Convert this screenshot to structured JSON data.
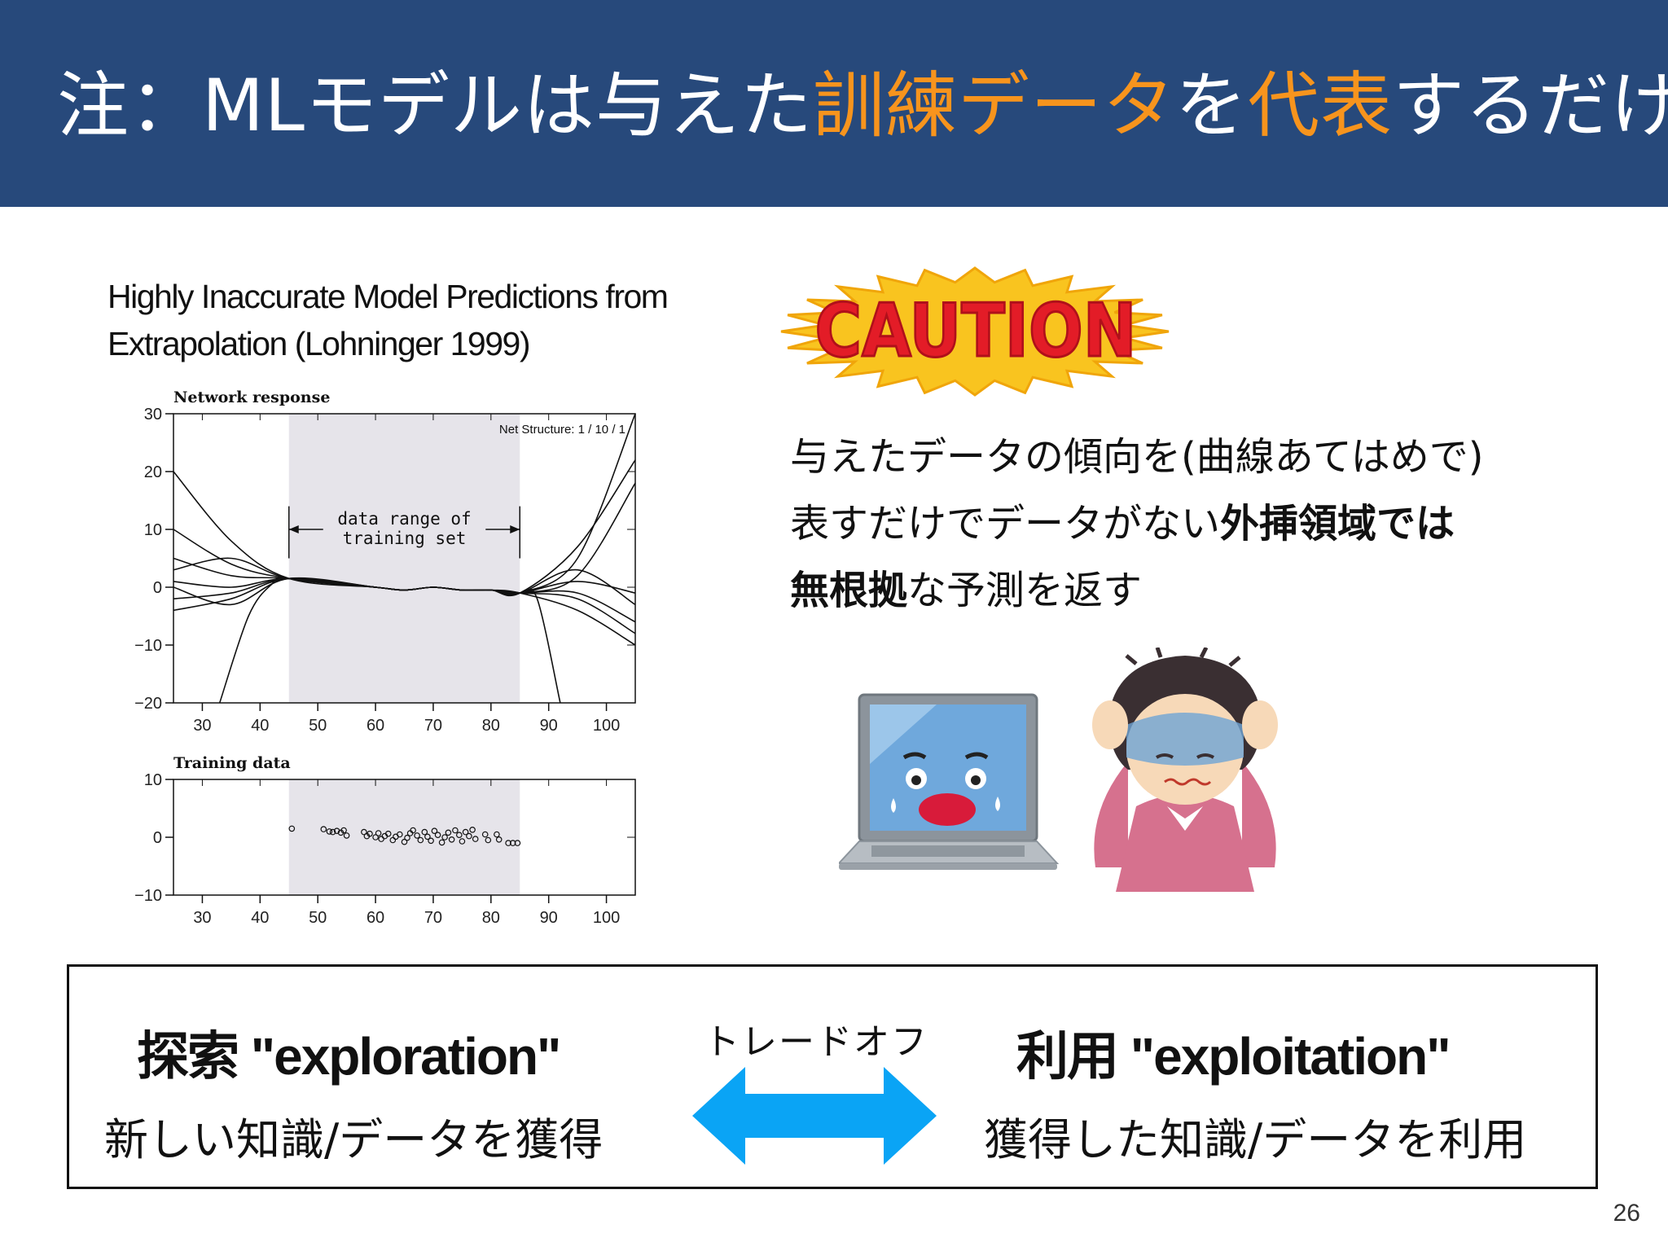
{
  "header": {
    "title_part1": "注：MLモデルは与えた",
    "title_highlight1": "訓練データ",
    "title_part2": "を",
    "title_highlight2": "代表",
    "title_part3": "するだけ",
    "background_color": "#27497b",
    "highlight_color": "#f7941d"
  },
  "figure": {
    "caption_line1": "Highly Inaccurate Model Predictions from",
    "caption_line2": "Extrapolation (Lohninger 1999)",
    "annotation": "data range of training set",
    "annotation_line1": "data range of",
    "annotation_line2": "training set"
  },
  "chart_data": [
    {
      "type": "line",
      "title": "Network response",
      "subtitle": "Net Structure: 1 / 10 / 1",
      "xlim": [
        25,
        105
      ],
      "ylim": [
        -20,
        30
      ],
      "x_ticks": [
        30,
        40,
        50,
        60,
        70,
        80,
        90,
        100
      ],
      "y_ticks": [
        30,
        20,
        10,
        0,
        -10,
        -20
      ],
      "y_tick_labels": [
        "30",
        "20",
        "10",
        "0",
        "−10",
        "−20"
      ],
      "shaded_range": [
        45,
        85
      ],
      "grid": false,
      "series": [
        {
          "x": [
            25,
            35,
            45,
            60,
            65,
            70,
            75,
            80,
            85,
            95,
            105
          ],
          "y": [
            10,
            4,
            1.5,
            0,
            -0.5,
            0,
            -0.5,
            -0.5,
            -1,
            5,
            30
          ]
        },
        {
          "x": [
            25,
            35,
            45,
            60,
            65,
            70,
            75,
            80,
            85,
            95,
            105
          ],
          "y": [
            5,
            2,
            1.5,
            0,
            -0.5,
            0,
            -0.5,
            -0.5,
            -1,
            2,
            18
          ]
        },
        {
          "x": [
            25,
            35,
            45,
            60,
            65,
            70,
            75,
            80,
            85,
            95,
            105
          ],
          "y": [
            3,
            5,
            1.5,
            0,
            -0.5,
            0,
            -0.5,
            -0.5,
            -1,
            -1,
            -6
          ]
        },
        {
          "x": [
            25,
            35,
            45,
            60,
            65,
            70,
            75,
            80,
            85,
            95,
            105
          ],
          "y": [
            0,
            -3,
            1.5,
            0,
            -0.5,
            0,
            -0.5,
            -0.5,
            -1,
            -4,
            -10
          ]
        },
        {
          "x": [
            25,
            35,
            45,
            60,
            65,
            70,
            75,
            80,
            85,
            95,
            105
          ],
          "y": [
            -2,
            -1,
            1.5,
            0,
            -0.5,
            0,
            -0.5,
            -0.5,
            -1,
            3,
            -3
          ]
        },
        {
          "x": [
            25,
            35,
            45,
            60,
            65,
            70,
            75,
            80,
            85,
            95,
            105
          ],
          "y": [
            1,
            0,
            1.5,
            0,
            -0.5,
            0,
            -0.5,
            -0.5,
            -1,
            1,
            -1
          ]
        },
        {
          "x": [
            25,
            35,
            45,
            60,
            65,
            70,
            75,
            80,
            85,
            95,
            105
          ],
          "y": [
            20,
            8,
            1.5,
            0,
            -0.5,
            0,
            -0.5,
            -0.5,
            -1,
            7,
            22
          ]
        },
        {
          "x": [
            25,
            35,
            45,
            60,
            65,
            70,
            75,
            80,
            85,
            95,
            105
          ],
          "y": [
            -4,
            -2,
            1.5,
            0,
            -0.5,
            0,
            -0.5,
            -0.5,
            -1,
            -2,
            -8
          ]
        },
        {
          "x": [
            33,
            38,
            42,
            45,
            60,
            65,
            70,
            75,
            80,
            85,
            88,
            92
          ],
          "y": [
            -22,
            -5,
            0.5,
            1.5,
            0,
            -0.5,
            0,
            -0.5,
            -0.5,
            -1,
            -2,
            -22
          ]
        }
      ]
    },
    {
      "type": "scatter",
      "title": "Training data",
      "xlim": [
        25,
        105
      ],
      "ylim": [
        -10,
        10
      ],
      "x_ticks": [
        30,
        40,
        50,
        60,
        70,
        80,
        90,
        100
      ],
      "y_ticks": [
        10,
        0,
        -10
      ],
      "y_tick_labels": [
        "10",
        "0",
        "−10"
      ],
      "shaded_range": [
        45,
        85
      ],
      "points": [
        [
          45.5,
          1.5
        ],
        [
          51,
          1.4
        ],
        [
          52,
          1.0
        ],
        [
          52.6,
          0.9
        ],
        [
          53.3,
          1.1
        ],
        [
          54,
          0.8
        ],
        [
          54.5,
          1.2
        ],
        [
          55,
          0.3
        ],
        [
          58,
          0.9
        ],
        [
          58.5,
          0.2
        ],
        [
          59,
          0.6
        ],
        [
          60,
          0.0
        ],
        [
          60.5,
          0.7
        ],
        [
          61,
          -0.3
        ],
        [
          61.6,
          0.2
        ],
        [
          62.2,
          0.6
        ],
        [
          63,
          -0.5
        ],
        [
          63.5,
          0.1
        ],
        [
          64.2,
          0.5
        ],
        [
          65,
          -0.8
        ],
        [
          65.5,
          -0.1
        ],
        [
          66,
          0.7
        ],
        [
          66.5,
          1.2
        ],
        [
          67.2,
          0.3
        ],
        [
          67.8,
          -0.5
        ],
        [
          68.5,
          0.9
        ],
        [
          69,
          0.1
        ],
        [
          69.6,
          -0.6
        ],
        [
          70.2,
          1.1
        ],
        [
          70.8,
          0.4
        ],
        [
          71.5,
          -0.9
        ],
        [
          72,
          0.0
        ],
        [
          72.6,
          0.8
        ],
        [
          73.2,
          -0.4
        ],
        [
          73.8,
          1.2
        ],
        [
          74.5,
          0.4
        ],
        [
          75,
          -0.7
        ],
        [
          75.6,
          0.9
        ],
        [
          76.2,
          0.2
        ],
        [
          76.8,
          1.3
        ],
        [
          77.3,
          -0.3
        ],
        [
          79,
          0.5
        ],
        [
          79.5,
          -0.5
        ],
        [
          81,
          0.5
        ],
        [
          81.4,
          -0.4
        ],
        [
          83,
          -1.0
        ],
        [
          83.8,
          -1.0
        ],
        [
          84.6,
          -1.0
        ]
      ]
    }
  ],
  "caution": {
    "label": "CAUTION"
  },
  "description": {
    "line1": "与えたデータの傾向を(曲線あてはめで)",
    "line2_normal": "表すだけでデータがない",
    "line2_bold": "外挿領域では",
    "line3_bold": "無根拠",
    "line3_normal": "な予測を返す"
  },
  "tradeoff": {
    "label": "トレードオフ",
    "left_heading": "探索 \"exploration\"",
    "left_sub": "新しい知識/データを獲得",
    "right_heading": "利用 \"exploitation\"",
    "right_sub": "獲得した知識/データを利用",
    "arrow_color": "#0aa4f5"
  },
  "page_number": "26"
}
